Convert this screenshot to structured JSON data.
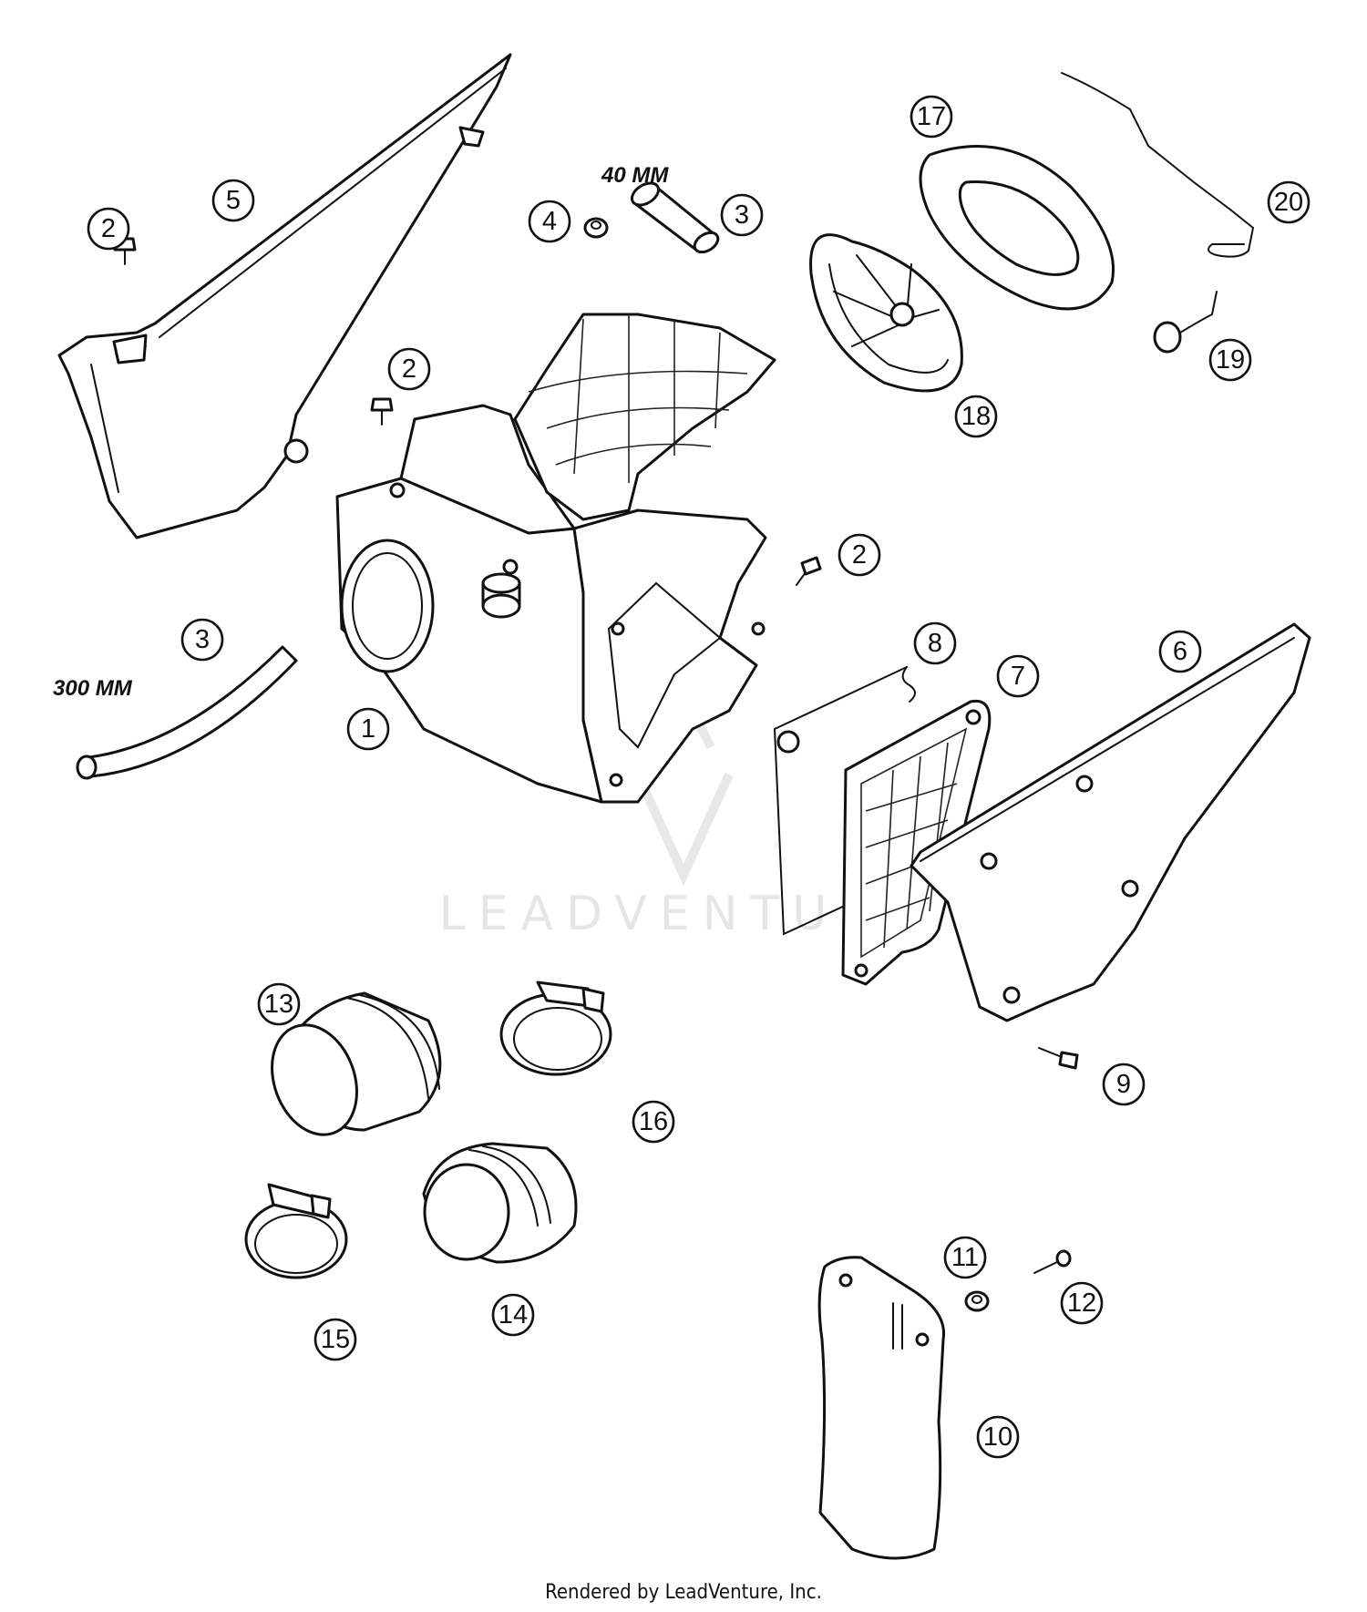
{
  "watermark": "LEADVENTURE",
  "footer": "Rendered by LeadVenture, Inc.",
  "dimensions": {
    "hose_short": "40 MM",
    "hose_long": "300 MM"
  },
  "callouts": {
    "c1": "1",
    "c2a": "2",
    "c2b": "2",
    "c2c": "2",
    "c3a": "3",
    "c3b": "3",
    "c4": "4",
    "c5": "5",
    "c6": "6",
    "c7": "7",
    "c8": "8",
    "c9": "9",
    "c10": "10",
    "c11": "11",
    "c12": "12",
    "c13": "13",
    "c14": "14",
    "c15": "15",
    "c16": "16",
    "c17": "17",
    "c18": "18",
    "c19": "19",
    "c20": "20"
  }
}
